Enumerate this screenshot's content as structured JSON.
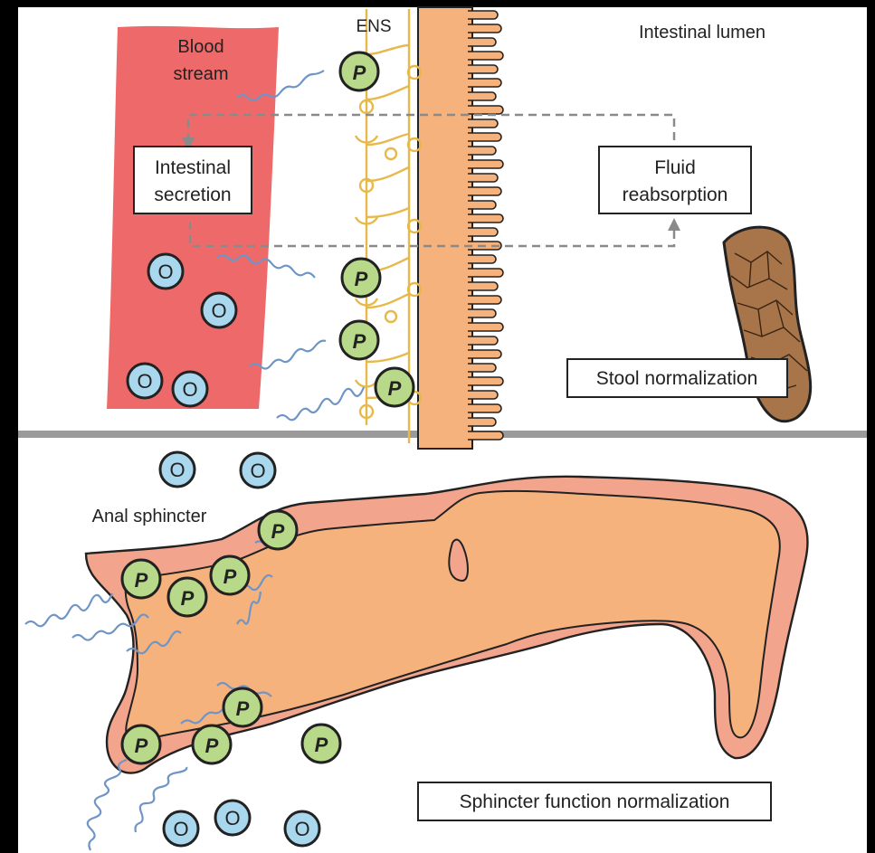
{
  "labels": {
    "ens": "ENS",
    "blood_stream_line1": "Blood",
    "blood_stream_line2": "stream",
    "intestinal_lumen": "Intestinal lumen",
    "anal_sphincter": "Anal sphincter"
  },
  "boxes": {
    "intestinal_secretion_line1": "Intestinal",
    "intestinal_secretion_line2": "secretion",
    "fluid_reabsorption_line1": "Fluid",
    "fluid_reabsorption_line2": "reabsorption",
    "stool_normalization": "Stool normalization",
    "sphincter_function_normalization": "Sphincter function normalization"
  },
  "markers": {
    "p_letter": "P",
    "o_letter": "O"
  },
  "colors": {
    "background_panel": "#ffffff",
    "frame": "#000000",
    "divider": "#9a9a9a",
    "blood_vessel": "#ee6a6a",
    "gut_wall": "#f6b27d",
    "sphincter_outer": "#f2a58c",
    "nerve": "#e7b94a",
    "p_marker": "#b9d98a",
    "o_marker": "#a9d8ee",
    "wavy_line": "#6f95c6",
    "arrow": "#8a8a8a",
    "stool": "#a8754a"
  }
}
